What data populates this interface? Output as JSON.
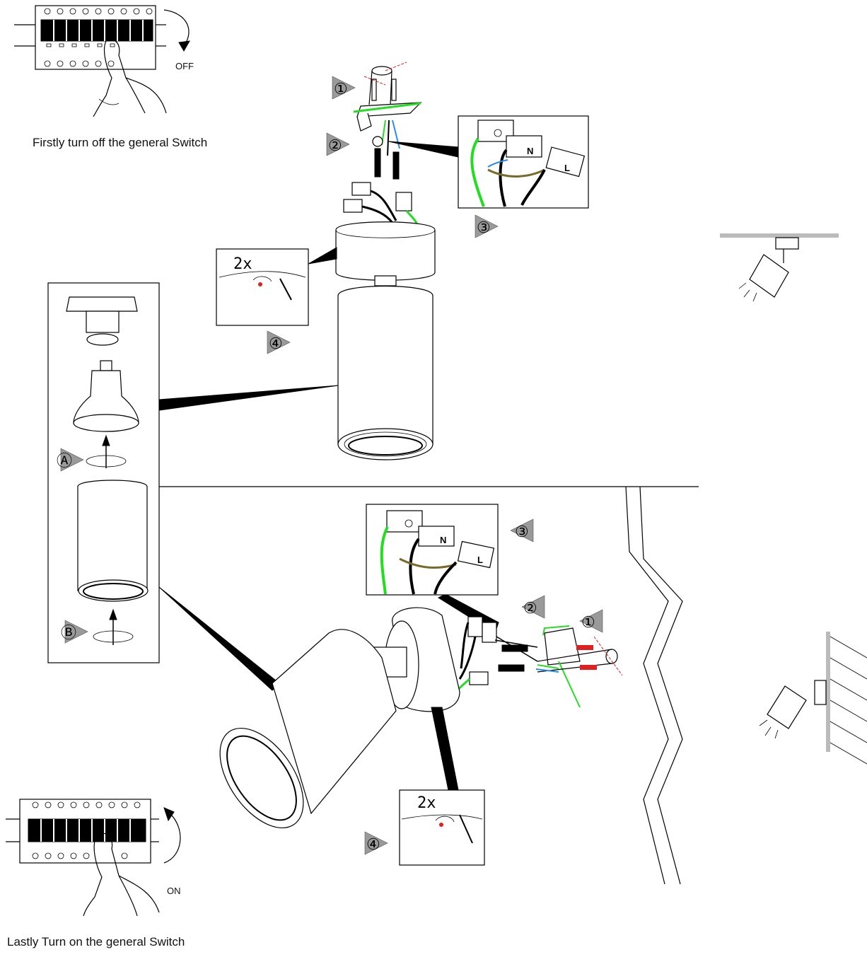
{
  "captions": {
    "step_off": "Firstly turn off the general Switch",
    "step_on": "Lastly Turn on the general Switch"
  },
  "switch_states": {
    "off": "OFF",
    "on": "ON"
  },
  "step_markers": [
    "①",
    "②",
    "③",
    "④"
  ],
  "lamp_markers": [
    "Ⓐ",
    "Ⓑ"
  ],
  "terminal_labels": [
    "N",
    "L"
  ],
  "repeat_label": "2x",
  "wire_colors": {
    "earth": "#22dd22",
    "neutral": "#2a8cf0",
    "live_brown": "#7a6a2a",
    "guide_red": "#e02020"
  }
}
